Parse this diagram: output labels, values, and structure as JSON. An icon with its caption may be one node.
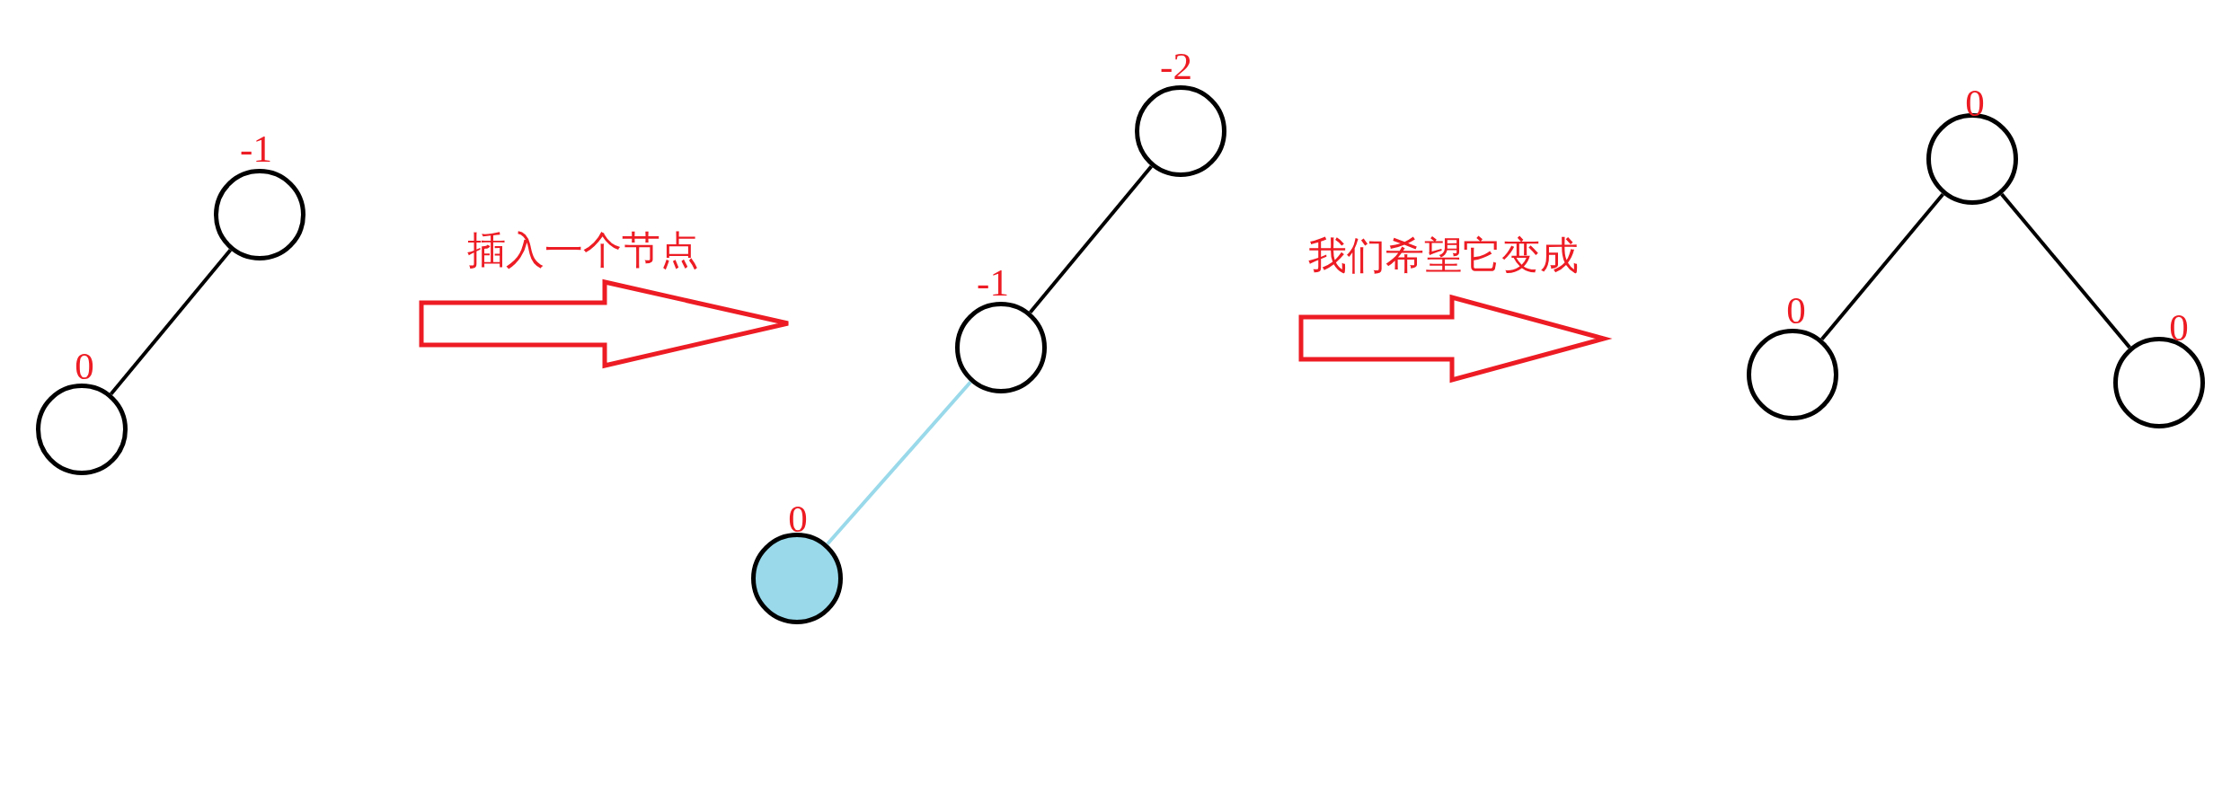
{
  "diagram": {
    "nodes": [
      {
        "text": [],
        "shape": "circle",
        "beside": [
          "-1"
        ]
      },
      {
        "text": [],
        "shape": "circle",
        "beside": [
          "0"
        ]
      },
      {
        "text": [],
        "shape": "circle",
        "beside": [
          "-2"
        ]
      },
      {
        "text": [],
        "shape": "circle",
        "beside": [
          "-1"
        ]
      },
      {
        "text": [],
        "shape": "circle",
        "beside": [
          "0"
        ]
      },
      {
        "text": [],
        "shape": "circle",
        "beside": [
          "0"
        ]
      },
      {
        "text": [],
        "shape": "circle",
        "beside": [
          "0"
        ]
      },
      {
        "text": [],
        "shape": "circle",
        "beside": [
          "0"
        ]
      }
    ],
    "edges": [
      {
        "from": 0,
        "to": 1,
        "arrow": "none"
      },
      {
        "from": 2,
        "to": 3,
        "arrow": "none"
      },
      {
        "from": 3,
        "to": 4,
        "arrow": "none",
        "color": "#99d9ea"
      },
      {
        "from": 5,
        "to": 6,
        "arrow": "none"
      },
      {
        "from": 5,
        "to": 7,
        "arrow": "none"
      }
    ],
    "labels": [
      "插入一个节点",
      "我们希望它变成"
    ]
  }
}
